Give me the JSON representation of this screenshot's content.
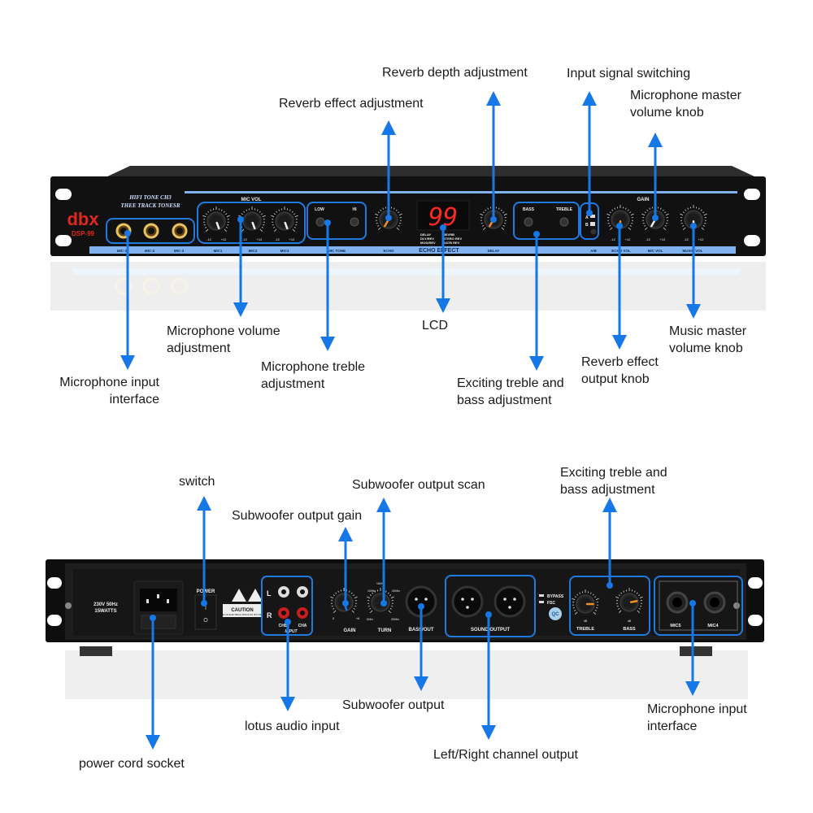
{
  "colors": {
    "arrow": "#1677e6",
    "highlight_box": "#1f7ae0",
    "panel": "#141414",
    "label_strip": "#7fb2ef",
    "led": "#ff2a1f",
    "brand": "#e0281e",
    "knob_pointer": "#f29222"
  },
  "front_panel": {
    "brand": "dbx",
    "model": "DSP-99",
    "tagline_1": "HIFI TONE CH3",
    "tagline_2": "THEE TRACK TONESR",
    "mic_vol_header": "MIC VOL",
    "gain_header": "GAIN",
    "led_display": "99",
    "tone_low": "LOW",
    "tone_hi": "HI",
    "bass": "BASS",
    "treble": "TREBLE",
    "switch_a": "A",
    "switch_b": "B",
    "effect_modes": [
      "DELAY",
      "DLY/REV",
      "MOD/REV",
      "REVRB",
      "STERO REV",
      "GATB REV"
    ],
    "strip_labels": [
      "MIC-1",
      "MIC-2",
      "MIC-3",
      "MIC1",
      "MIC2",
      "MIC3",
      "MIC TONE",
      "ECHO",
      "ECHO EFFECT",
      "DELAY",
      "A/B",
      "ECHO VOL",
      "MIC VOL",
      "MUSIC VOL"
    ],
    "knob_scale_min": "-12",
    "knob_scale_max": "+12"
  },
  "back_panel": {
    "power_rating_1": "230V 50Hz",
    "power_rating_2": "15WATTS",
    "power_label": "POWER",
    "switch_on": "I",
    "switch_off": "O",
    "caution": "CAUTION",
    "caution_sub": "RISK OF ELECTRICAL SHOCK DO NOT OPEN",
    "input_l": "L",
    "input_r": "R",
    "chb": "CHB",
    "cha": "CHA",
    "input_label": "INPUT",
    "gain_label": "GAIN",
    "gain_min": "0",
    "gain_max": "+6",
    "turn_label": "TURN",
    "turn_marks": [
      "50Hz",
      "100Hz",
      "150Hz",
      "200Hz",
      "250Hz"
    ],
    "bass_out_label": "BASS/OUT",
    "sound_output_label": "SOUND OUTPUT",
    "bypass": "BYPASS",
    "fsc": "FSC",
    "qc": "QC",
    "treble_label": "TREBLE",
    "bass_label": "BASS",
    "db": "dB",
    "mic5": "MIC5",
    "mic4": "MIC4"
  },
  "annotations_front": [
    {
      "id": "reverb-depth",
      "text": [
        "Reverb depth adjustment"
      ]
    },
    {
      "id": "input-switch",
      "text": [
        "Input signal switching"
      ]
    },
    {
      "id": "reverb-effect",
      "text": [
        "Reverb effect adjustment"
      ]
    },
    {
      "id": "mic-master",
      "text": [
        "Microphone master",
        "volume knob"
      ]
    },
    {
      "id": "mic-volume",
      "text": [
        "Microphone volume",
        "adjustment"
      ]
    },
    {
      "id": "lcd",
      "text": [
        "LCD"
      ]
    },
    {
      "id": "music-master",
      "text": [
        "Music master",
        "volume knob"
      ]
    },
    {
      "id": "mic-treble",
      "text": [
        "Microphone treble",
        "adjustment"
      ]
    },
    {
      "id": "reverb-output",
      "text": [
        "Reverb effect",
        "output knob"
      ]
    },
    {
      "id": "mic-input",
      "text": [
        "Microphone input",
        "interface"
      ]
    },
    {
      "id": "exciting-front",
      "text": [
        "Exciting treble and",
        "bass adjustment"
      ]
    }
  ],
  "annotations_back": [
    {
      "id": "switch",
      "text": [
        "switch"
      ]
    },
    {
      "id": "sub-scan",
      "text": [
        "Subwoofer output scan"
      ]
    },
    {
      "id": "exciting-back",
      "text": [
        "Exciting treble and",
        "bass adjustment"
      ]
    },
    {
      "id": "sub-gain",
      "text": [
        "Subwoofer output gain"
      ]
    },
    {
      "id": "sub-output",
      "text": [
        "Subwoofer output"
      ]
    },
    {
      "id": "lotus",
      "text": [
        "lotus audio input"
      ]
    },
    {
      "id": "mic-input-back",
      "text": [
        "Microphone input",
        "interface"
      ]
    },
    {
      "id": "power-socket",
      "text": [
        "power cord socket"
      ]
    },
    {
      "id": "lr-output",
      "text": [
        "Left/Right channel output"
      ]
    }
  ]
}
